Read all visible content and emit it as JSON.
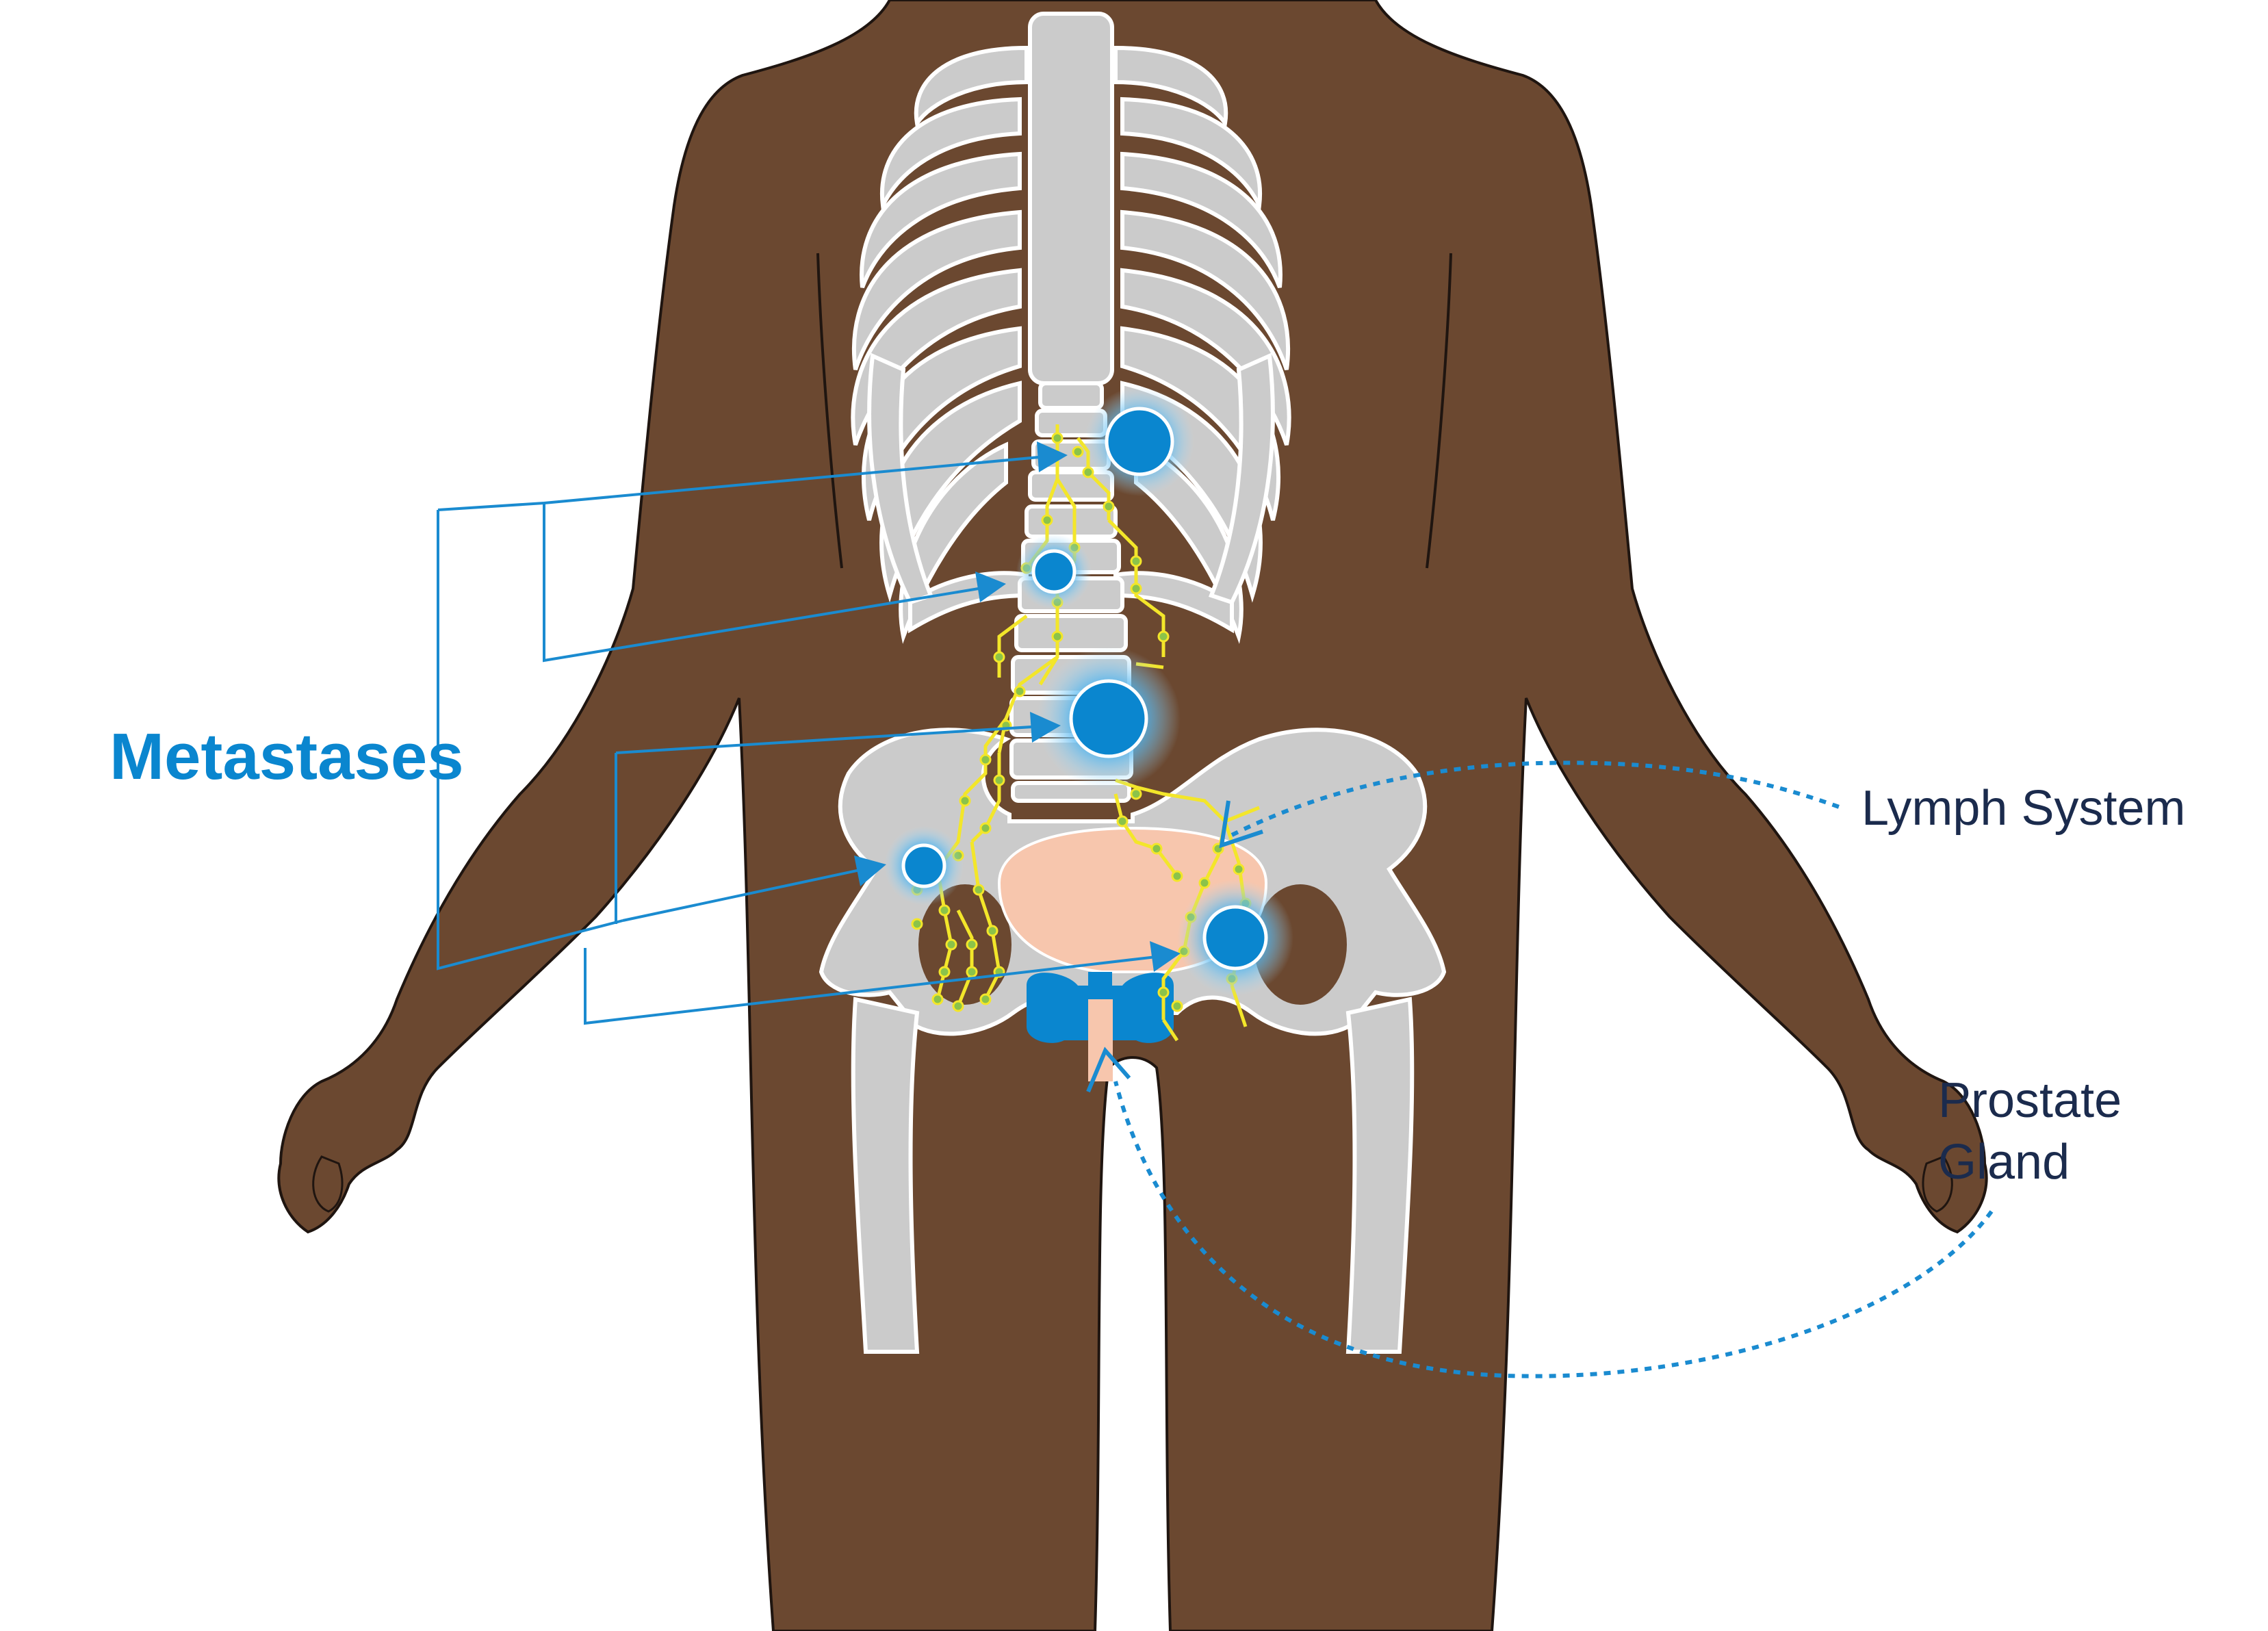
{
  "labels": {
    "metastases": "Metastases",
    "lymph_system": "Lymph System",
    "prostate_line1": "Prostate",
    "prostate_line2": "Gland"
  },
  "colors": {
    "skin": "#6b4830",
    "skin_outline": "#1f1510",
    "bone": "#cbcbcb",
    "bone_outline": "#ffffff",
    "lymph": "#f3e62a",
    "lymph_node": "#8bc34a",
    "metastasis": "#0a86cf",
    "metastasis_glow": "#58b8f0",
    "callout_line": "#1a8bd0",
    "metastases_text": "#0a86cf",
    "label_text": "#1b2b4d",
    "bladder": "#f7c6ad",
    "prostate": "#0a86cf",
    "urethra": "#f7c6ad"
  }
}
